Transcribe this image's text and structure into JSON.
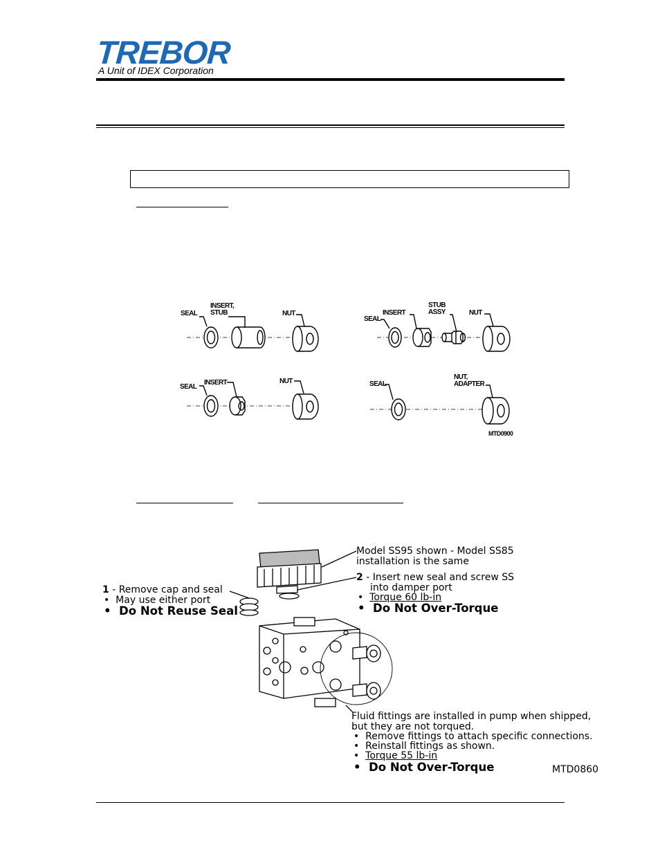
{
  "header": {
    "logo_text": "TREBOR",
    "logo_tagline": "A Unit of IDEX Corporation"
  },
  "fittings_figure": {
    "figure_id": "MTD0900",
    "labels": {
      "seal": "SEAL",
      "insert_stub": "INSERT,\nSTUB",
      "insert": "INSERT",
      "nut": "NUT",
      "stub_assy": "STUB\nASSY",
      "nut_adapter": "NUT,\nADAPTER"
    }
  },
  "damper_figure": {
    "figure_id": "MTD0860",
    "model_note_line1": "Model SS95 shown - Model SS85",
    "model_note_line2": "installation is the same",
    "step1_num": "1",
    "step1_text": " - Remove cap and seal",
    "step1_bullet1": "May use either port",
    "step1_bullet2": "Do Not Reuse Seal",
    "step2_num": "2",
    "step2_text_line1": " - Insert new seal and screw SS",
    "step2_text_line2": "into damper port",
    "step2_bullet1": "Torque 60 lb-in",
    "step2_bullet2": "Do Not Over-Torque",
    "fluid_line1": "Fluid fittings are installed in pump when shipped,",
    "fluid_line2": "but they are not torqued.",
    "fluid_bullet1": "Remove fittings to attach specific connections.",
    "fluid_bullet2": "Reinstall fittings as shown.",
    "fluid_bullet3": "Torque 55 lb-in",
    "fluid_bullet4": "Do Not Over-Torque",
    "bullet_char": "•"
  },
  "colors": {
    "brand_blue": "#1f69b3"
  }
}
